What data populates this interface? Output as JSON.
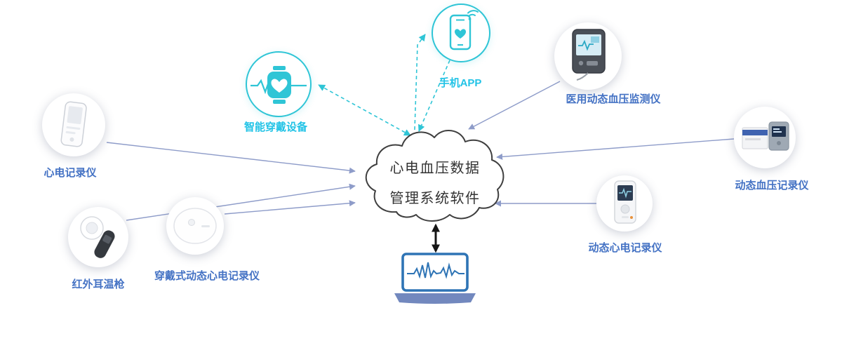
{
  "diagram": {
    "cloud": {
      "line1": "心电血压数据",
      "line2": "管理系统软件"
    },
    "labels": {
      "ecg_recorder": "心电记录仪",
      "ear_thermometer": "红外耳温枪",
      "wearable_holter": "穿戴式动态心电记录仪",
      "smart_wearable": "智能穿戴设备",
      "mobile_app": "手机APP",
      "bp_monitor": "医用动态血压监测仪",
      "abpm_recorder": "动态血压记录仪",
      "holter_recorder": "动态心电记录仪"
    },
    "icons": {
      "smart_wearable": "watch-heart-ecg-icon",
      "mobile_app": "phone-heart-wifi-icon",
      "workstation": "laptop-ecg-waveform"
    },
    "colors": {
      "teal": "#2FC5D6",
      "cyan_label": "#22C3E6",
      "blue_label": "#4472C4",
      "connector": "#8E9CC9",
      "cloud_outline": "#3F3F3F",
      "laptop_blue": "#2E74B5",
      "laptop_base": "#7288BE",
      "black_arrow": "#151515"
    }
  }
}
